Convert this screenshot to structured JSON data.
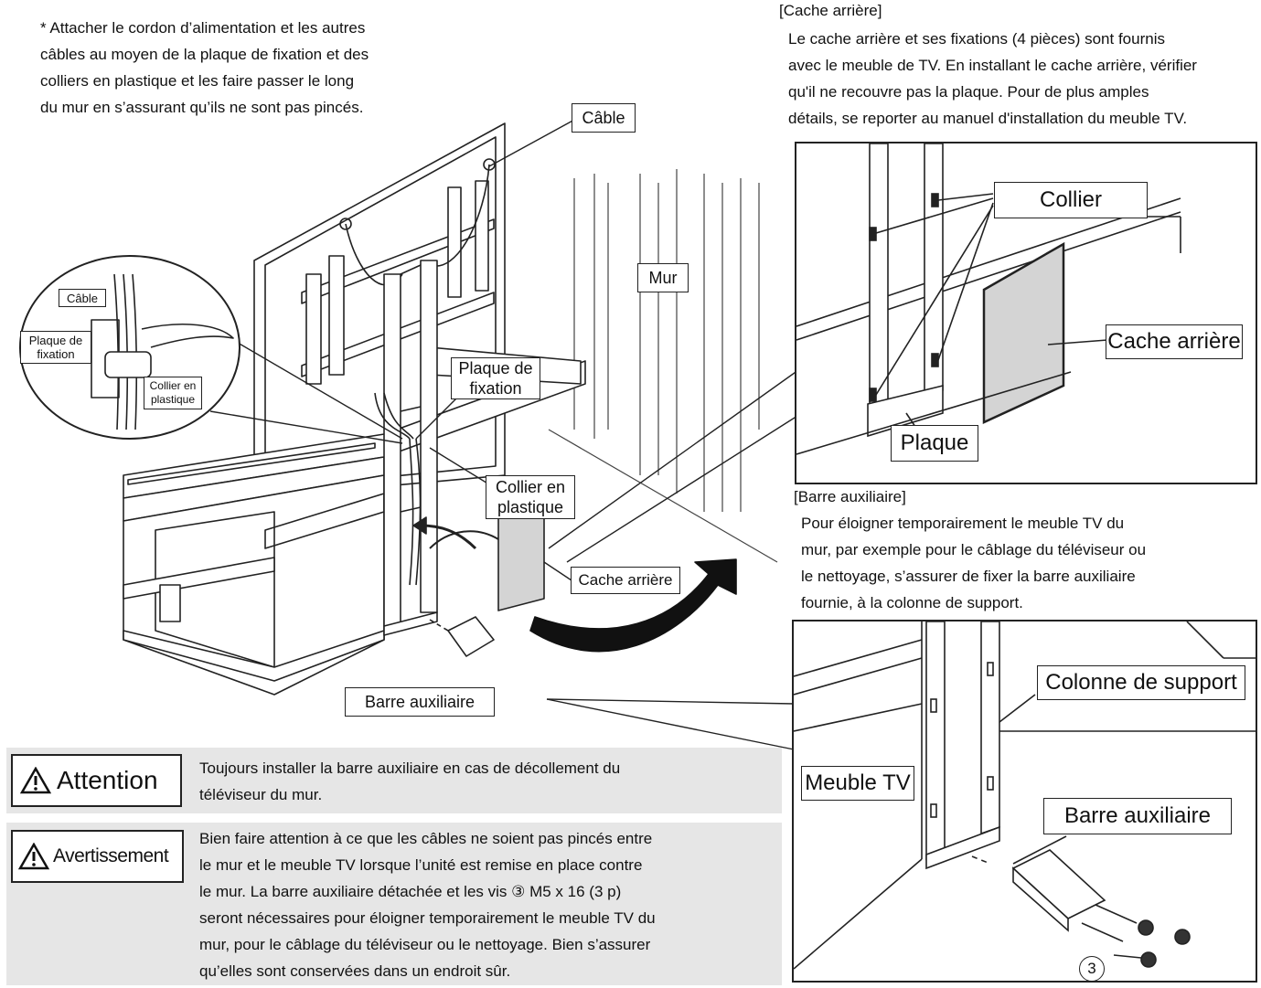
{
  "intro": {
    "cable_note": "* Attacher le cordon d’alimentation et les autres\n   câbles au moyen de la plaque de fixation et des\n   colliers en plastique et les faire passer le long\n   du mur en s’assurant qu’ils ne sont pas pincés."
  },
  "cache_section": {
    "title": "[Cache arrière]",
    "body": "Le cache arrière et ses fixations (4 pièces) sont fournis\navec le meuble de TV. En installant le cache arrière, vérifier\nqu'il ne recouvre pas la plaque. Pour de plus amples\ndétails, se reporter au manuel d'installation du meuble TV."
  },
  "barre_section": {
    "title": "[Barre auxiliaire]",
    "body": "Pour éloigner temporairement le meuble TV du\nmur, par exemple pour le câblage du téléviseur ou\nle nettoyage, s’assurer de fixer la barre auxiliaire\nfournie, à la colonne de support."
  },
  "main_labels": {
    "cable": "Câble",
    "mur": "Mur",
    "plaque_fixation": "Plaque de\nfixation",
    "collier_plastique": "Collier en\nplastique",
    "cache_arriere": "Cache arrière",
    "barre_auxiliaire": "Barre auxiliaire"
  },
  "inset_labels": {
    "cable": "Câble",
    "plaque_fixation": "Plaque de\nfixation",
    "collier_plastique": "Collier en\nplastique"
  },
  "panel1_labels": {
    "collier": "Collier",
    "cache_arriere": "Cache arrière",
    "plaque": "Plaque"
  },
  "panel2_labels": {
    "colonne_support": "Colonne de support",
    "meuble_tv": "Meuble TV",
    "barre_auxiliaire": "Barre auxiliaire",
    "screw_number": "3"
  },
  "attention": {
    "label": "Attention",
    "text": "Toujours installer la barre auxiliaire en cas de décollement du\ntéléviseur du mur."
  },
  "avertissement": {
    "label": "Avertissement",
    "text": "Bien faire attention à ce que les câbles ne soient pas pincés entre\nle mur et le meuble TV lorsque l’unité est remise en place contre\nle mur. La barre auxiliaire détachée et les vis ③ M5 x 16 (3 p)\nseront nécessaires pour éloigner temporairement le meuble TV du\nmur, pour le câblage du téléviseur ou le nettoyage. Bien s’assurer\nqu’elles sont conservées dans un endroit sûr."
  },
  "colors": {
    "warn_bg": "#e6e6e6",
    "line": "#222222",
    "cover_fill": "#d4d4d4"
  }
}
